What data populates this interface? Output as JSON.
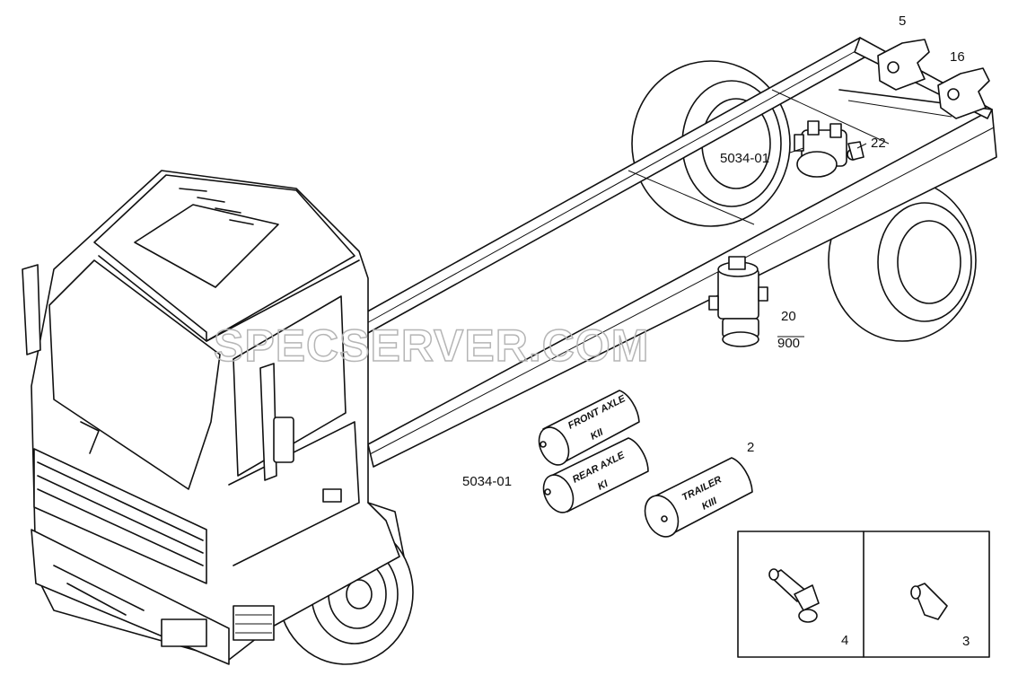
{
  "labels": {
    "l5": "5",
    "l16": "16",
    "l22": "22",
    "l5034_top": "5034-01",
    "l20": "20",
    "l900": "900",
    "l2": "2",
    "l5034_bottom": "5034-01",
    "l4": "4",
    "l3": "3"
  },
  "tanks": {
    "front_axle": {
      "line1": "FRONT AXLE",
      "line2": "KII"
    },
    "rear_axle": {
      "line1": "REAR AXLE",
      "line2": "KI"
    },
    "trailer": {
      "line1": "TRAILER",
      "line2": "KIII"
    }
  },
  "watermark": "SPECSERVER.COM",
  "colors": {
    "ink": "#111111",
    "paper": "#ffffff",
    "watermark": "#b5b5b5"
  }
}
